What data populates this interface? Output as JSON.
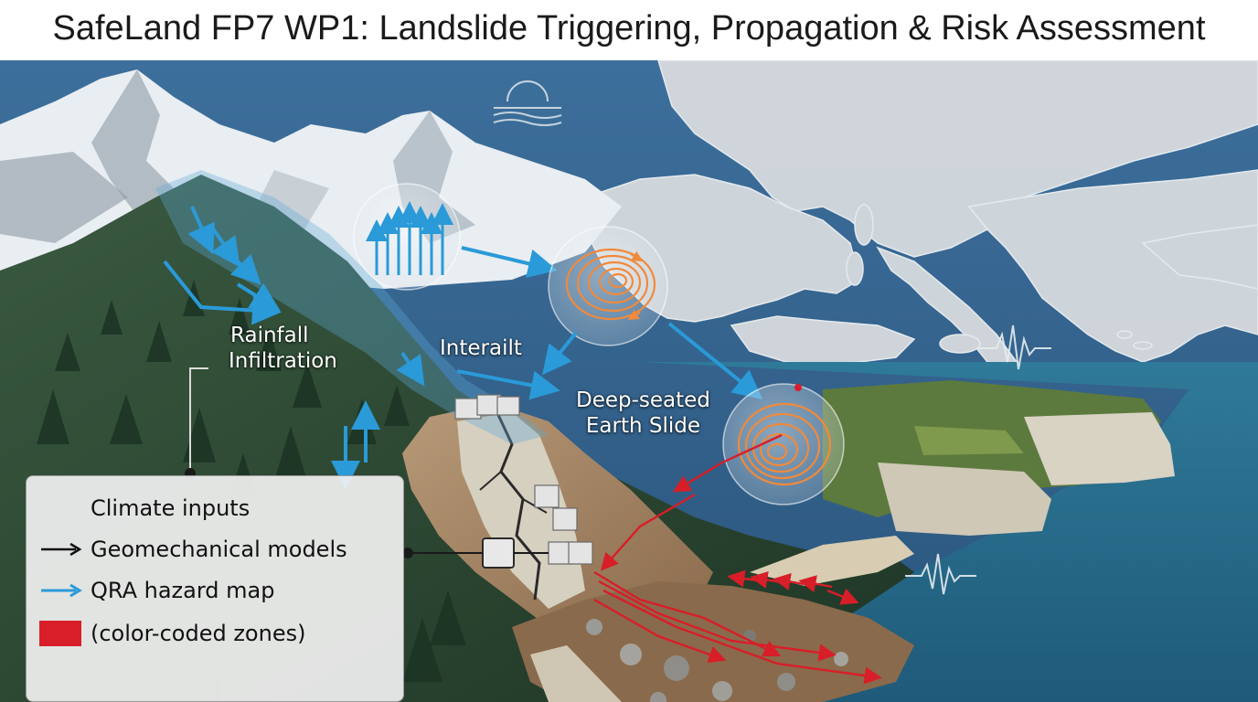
{
  "header": {
    "title": "SafeLand FP7 WP1: Landslide Triggering, Propagation & Risk Assessment"
  },
  "labels": {
    "rainfall_line1": "Rainfall",
    "rainfall_line2": "Infiltration",
    "interail": "Interailt",
    "deep_line1": "Deep-seated",
    "deep_line2": "Earth Slide"
  },
  "legend": {
    "items": [
      {
        "text": "Climate inputs",
        "symbol": "none"
      },
      {
        "text": "Geomechanical models",
        "symbol": "black-arrow"
      },
      {
        "text": "QRA hazard map",
        "symbol": "blue-arrow"
      },
      {
        "text": "(color-coded zones)",
        "symbol": "red-swatch"
      }
    ]
  },
  "colors": {
    "sky": "#2f5f8c",
    "sea": "#2b6b8a",
    "flow_blue": "#2a9ad8",
    "swirl_orange": "#f08a3c",
    "runout_red": "#d81e28",
    "forest": "#2c4a34",
    "cliff": "#c9c2b0"
  },
  "icons": [
    "sun-horizon-icon",
    "seismic-wave-icon",
    "velocity-arrows-icon",
    "spiral-vortex-icon",
    "spiral-slide-icon"
  ]
}
